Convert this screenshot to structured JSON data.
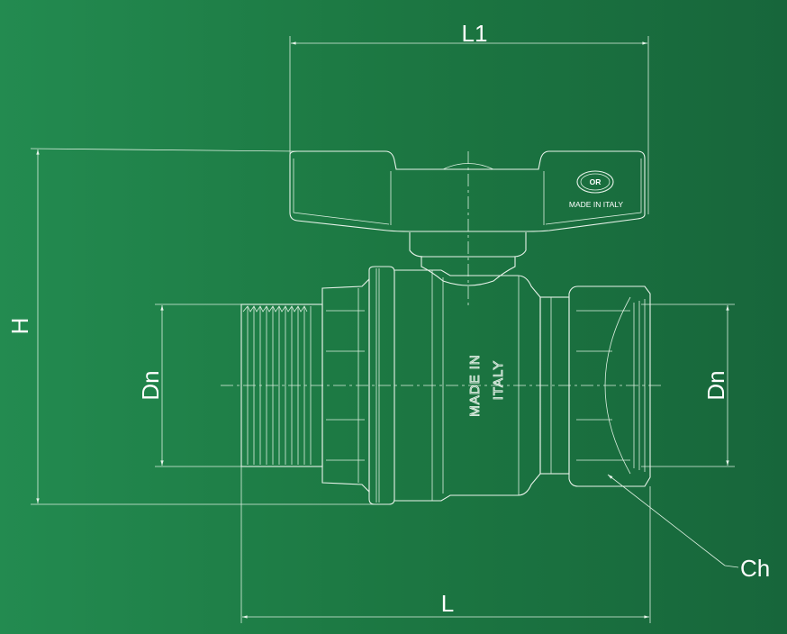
{
  "dimensions": {
    "overall_length": "L",
    "handle_length": "L1",
    "height": "H",
    "nominal_diameter_left": "Dn",
    "nominal_diameter_right": "Dn",
    "hex_wrench_size": "Ch"
  },
  "markings": {
    "handle_logo": "OR",
    "handle_text": "MADE IN ITALY",
    "body_text_line1": "MADE IN",
    "body_text_line2": "ITALY"
  },
  "colors": {
    "background_left": "#238b50",
    "background_right": "#17663b",
    "lines": "#e8f3ea"
  }
}
